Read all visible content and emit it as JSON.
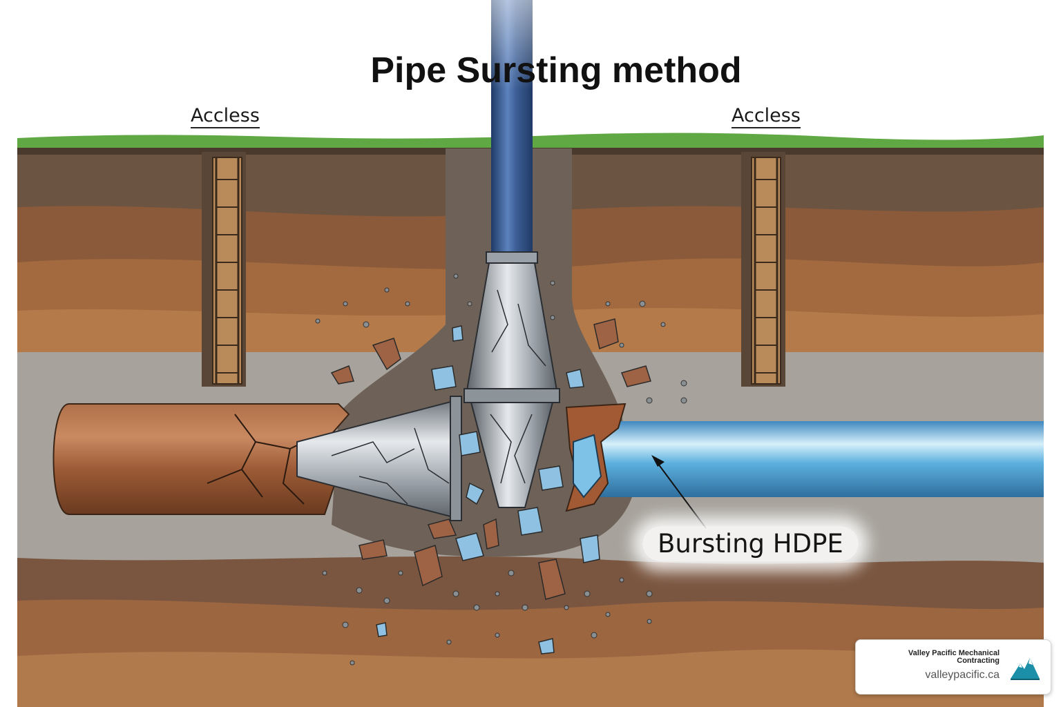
{
  "title": "Pipe Sursting method",
  "labels": {
    "access_left": "Accless",
    "access_right": "Accless",
    "callout": "Bursting HDPE"
  },
  "brand": {
    "name": "Valley Pacific Mechanical Contracting",
    "url": "valleypacific.ca",
    "logo_icon": "mountain-logo-icon"
  },
  "colors": {
    "grass": "#5fa843",
    "soil_dark": "#6b5442",
    "soil_orange": "#a36a3f",
    "gravel": "#a7a39c",
    "old_pipe": "#9b5a35",
    "new_pipe": "#4a9fd3",
    "vertical_pipe": "#3d5f96",
    "steel": "#a9afb5",
    "brand_teal": "#1b8fa8"
  }
}
